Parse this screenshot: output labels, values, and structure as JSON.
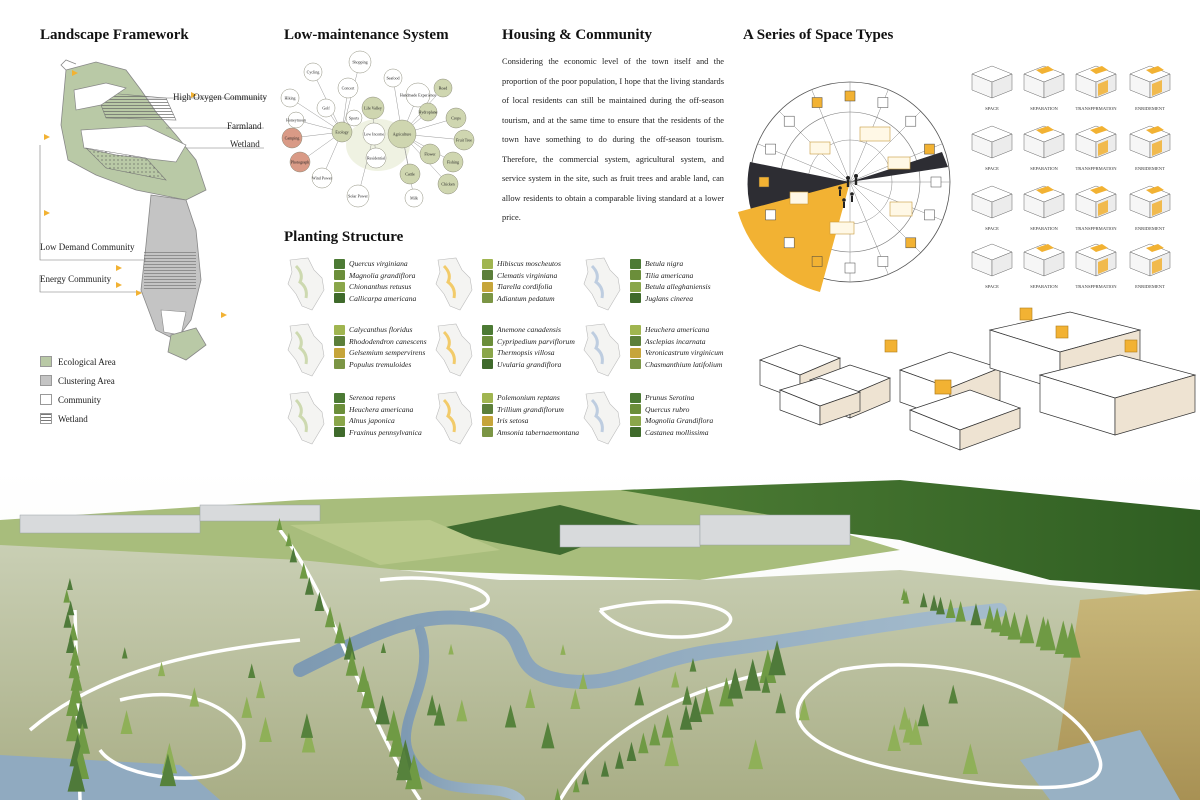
{
  "titles": {
    "landscape": "Landscape Framework",
    "maintenance": "Low-maintenance System",
    "housing": "Housing & Community",
    "spaces": "A Series of Space Types",
    "planting": "Planting Structure"
  },
  "landscape": {
    "labels": {
      "high_oxygen": "High Oxygen Community",
      "farmland": "Farmland",
      "wetland": "Wetland",
      "low_demand": "Low Demand Community",
      "energy": "Energy Community"
    },
    "legend": [
      {
        "label": "Ecological Area",
        "color": "#b9c9a6"
      },
      {
        "label": "Clustering Area",
        "color": "#c4c4c4"
      },
      {
        "label": "Community",
        "color": "#ffffff"
      },
      {
        "label": "Wetland",
        "color": "#ffffff"
      }
    ]
  },
  "maintenance": {
    "nodes": [
      {
        "label": "Cycling"
      },
      {
        "label": "Shopping"
      },
      {
        "label": "Seafood"
      },
      {
        "label": "Concert"
      },
      {
        "label": "Handmade Experience"
      },
      {
        "label": "Hiking"
      },
      {
        "label": "Golf"
      },
      {
        "label": "Life Valley"
      },
      {
        "label": "Road"
      },
      {
        "label": "Hydroplane"
      },
      {
        "label": "Crops"
      },
      {
        "label": "Fruit Tree"
      },
      {
        "label": "Honeymoon"
      },
      {
        "label": "Sports"
      },
      {
        "label": "Camping"
      },
      {
        "label": "Ecology"
      },
      {
        "label": "Low Income"
      },
      {
        "label": "Agriculture"
      },
      {
        "label": "Photograph"
      },
      {
        "label": "Fishing"
      },
      {
        "label": "Flower"
      },
      {
        "label": "Residential"
      },
      {
        "label": "Chicken"
      },
      {
        "label": "Wind Power"
      },
      {
        "label": "Solar Power"
      },
      {
        "label": "Cattle"
      },
      {
        "label": "Milk"
      }
    ]
  },
  "housing": {
    "text": "Considering the economic level of the town itself and the proportion of the poor population, I hope that the living standards of local residents can still be maintained during the off-season tourism, and at the same time to ensure that the residents of the town have something to do during the off-season tourism. Therefore, the commercial system, agricultural system, and service system in the site, such as fruit trees and arable land, can allow residents to obtain a comparable living standard at a lower price."
  },
  "planting": {
    "groups": [
      [
        "Quercus virginiana",
        "Magnolia grandiflora",
        "Chionanthus retusus",
        "Callicarpa americana"
      ],
      [
        "Hibiscus moscheutos",
        "Clematis virginiana",
        "Tiarella cordifolia",
        "Adiantum pedatum"
      ],
      [
        "Betula nigra",
        "Tilia americana",
        "Betula alleghaniensis",
        "Juglans cinerea"
      ],
      [
        "Calycanthus floridus",
        "Rhododendron canescens",
        "Gelsemium sempervirens",
        "Populus tremuloides"
      ],
      [
        "Anemone canadensis",
        "Cypripedium parviflorum",
        "Thermopsis villosa",
        "Uvularia grandiflora"
      ],
      [
        "Heuchera americana",
        "Asclepias incarnata",
        "Veronicastrum virginicum",
        "Chasmanthium latifolium"
      ],
      [
        "Serenoa repens",
        "Heuchera americana",
        "Alnus japonica",
        "Fraxinus pennsylvanica"
      ],
      [
        "Polemonium reptans",
        "Trillium grandiflorum",
        "Iris setosa",
        "Amsonia tabernaemontana"
      ],
      [
        "Prunus Serotina",
        "Quercus rubro",
        "Mognolia Grandiflora",
        "Castanea mollissima"
      ]
    ]
  },
  "space_types": {
    "columns": [
      "SPACE",
      "SEPARATION",
      "TRANSFPRMATION",
      "ENRIDEMENT"
    ]
  },
  "colors": {
    "accent": "#f2b233",
    "dark": "#2d2d33",
    "eco_green": "#b9c9a6",
    "bubble_green": "#cfd6b0",
    "bubble_red": "#d99a86"
  }
}
